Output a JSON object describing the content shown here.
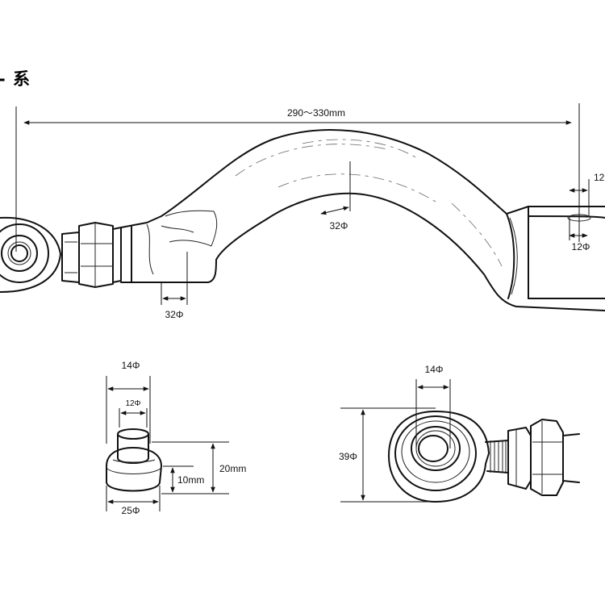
{
  "title": "- 系",
  "dimensions": {
    "overall_length": "290～330mm",
    "body_dia_center": "32Φ",
    "body_dia_left": "32Φ",
    "pillow_width": "12",
    "pillow_hole": "12Φ",
    "bushing_outer_top": "14Φ",
    "bushing_inner_top": "12Φ",
    "bushing_height_total": "20mm",
    "bushing_height_base": "10mm",
    "bushing_base_dia": "25Φ",
    "rodend_ball_dia": "14Φ",
    "rodend_head_height": "39Φ"
  }
}
